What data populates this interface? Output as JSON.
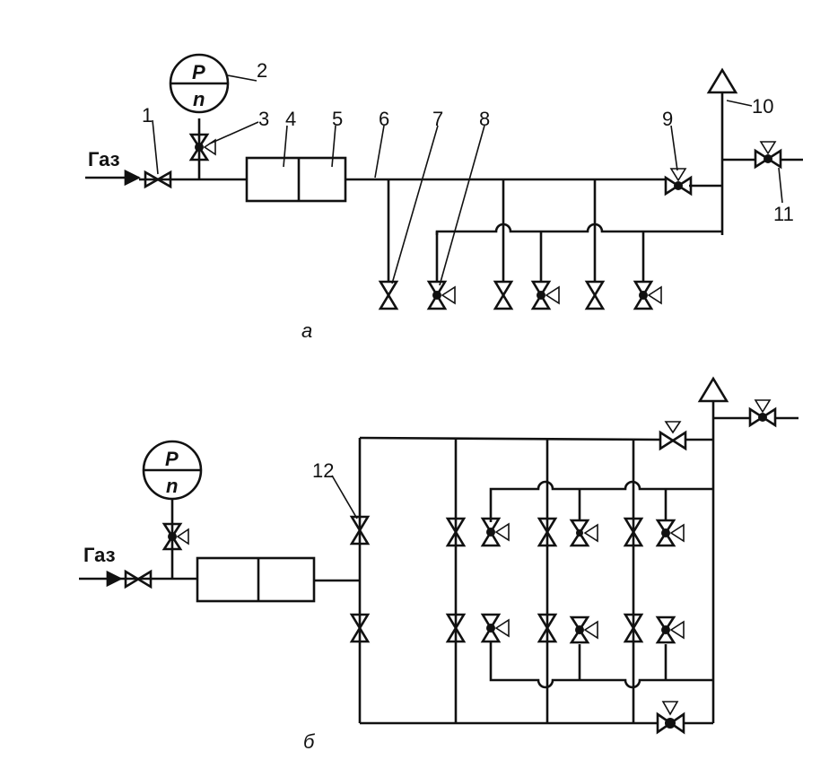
{
  "diagram_a": {
    "caption": "а",
    "gas_label": "Газ",
    "gauge": {
      "top": "P",
      "bottom": "n"
    },
    "callouts": [
      "1",
      "2",
      "3",
      "4",
      "5",
      "6",
      "7",
      "8",
      "9",
      "10",
      "11"
    ]
  },
  "diagram_b": {
    "caption": "б",
    "gas_label": "Газ",
    "gauge": {
      "top": "P",
      "bottom": "n"
    },
    "callouts": [
      "12"
    ]
  }
}
